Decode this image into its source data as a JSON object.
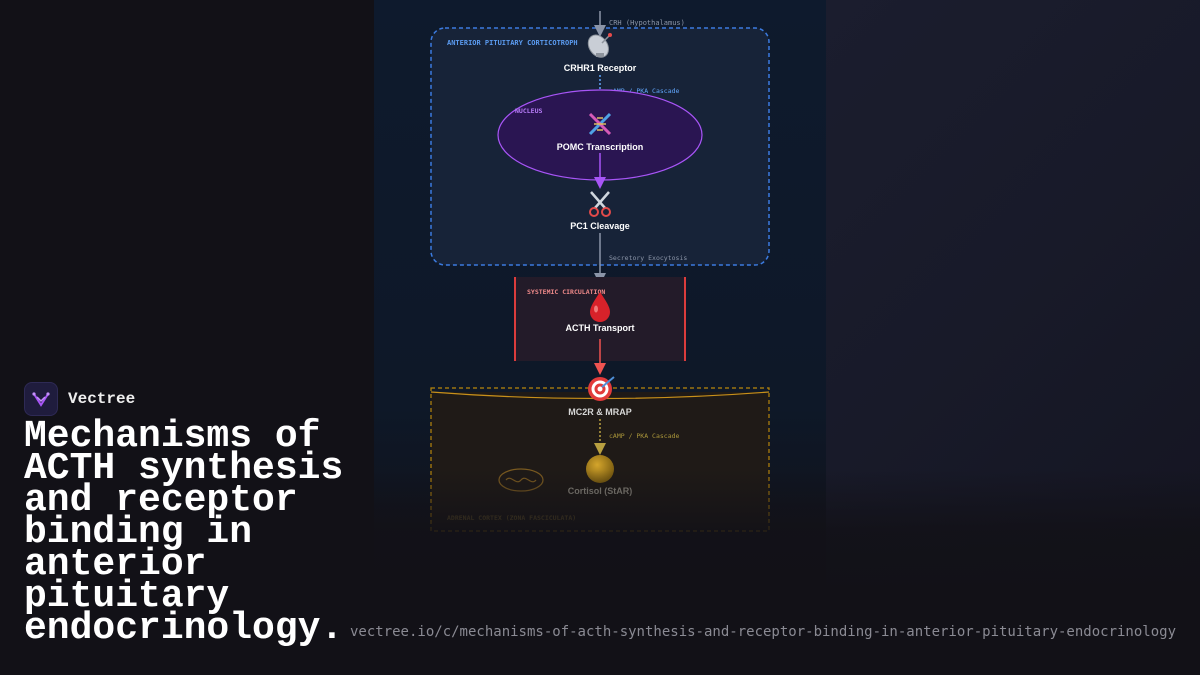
{
  "brand": {
    "name": "Vectree",
    "logo_icon": "vectree-logo-icon"
  },
  "headline": "Mechanisms of ACTH synthesis and receptor binding in anterior pituitary endocrinology.",
  "url": "vectree.io/c/mechanisms-of-acth-synthesis-and-receptor-binding-in-anterior-pituitary-endocrinology",
  "diagram": {
    "input_label": "CRH (Hypothalamus)",
    "pituitary_region": "ANTERIOR PITUITARY CORTICOTROPH",
    "receptor": {
      "label": "CRHR1 Receptor",
      "icon": "satellite-dish-icon"
    },
    "cascade_1": "cAMP / PKA Cascade",
    "nucleus_label": "NUCLEUS",
    "transcription": {
      "label": "POMC Transcription",
      "icon": "dna-icon"
    },
    "cleavage": {
      "label": "PC1 Cleavage",
      "icon": "scissors-icon"
    },
    "exocytosis": "Secretory Exocytosis",
    "circulation_region": "SYSTEMIC CIRCULATION",
    "transport": {
      "label": "ACTH Transport",
      "icon": "blood-drop-icon"
    },
    "mc2r": {
      "label": "MC2R & MRAP",
      "icon": "target-icon"
    },
    "cascade_2": "cAMP / PKA Cascade",
    "cortisol": {
      "label": "Cortisol (StAR)",
      "icon": "cortisol-sphere-icon"
    },
    "adrenal_region": "ADRENAL CORTEX (ZONA FASCICULATA)"
  },
  "colors": {
    "pituitary_border": "#3b7be0",
    "nucleus_border": "#a855f7",
    "circulation_border": "#dc3c3c",
    "adrenal_border": "#b8860b",
    "accent_purple": "#a855f7"
  }
}
